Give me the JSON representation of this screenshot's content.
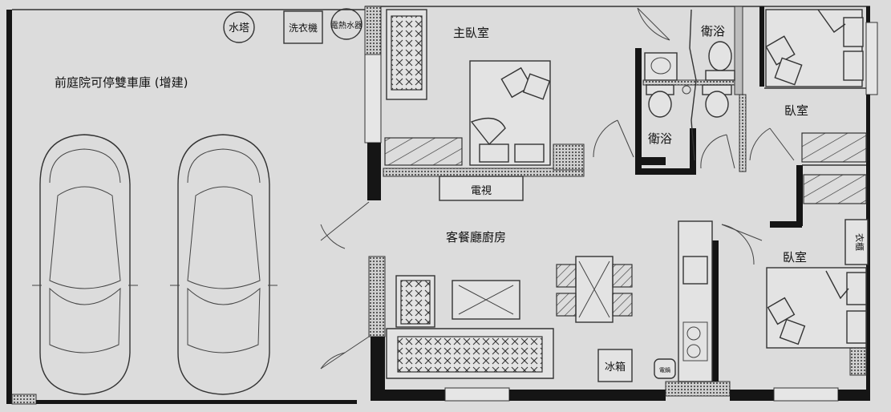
{
  "rooms": {
    "front_yard": "前庭院可停雙車庫 (增建)",
    "master_bedroom": "主臥室",
    "bathroom_top": "衛浴",
    "bathroom_middle": "衛浴",
    "bedroom_top_right": "臥室",
    "bedroom_bottom_right": "臥室",
    "living_dining_kitchen": "客餐廳廚房"
  },
  "fixtures": {
    "water_tower": "水塔",
    "washing_machine": "洗衣機",
    "water_heater": "電熱水器",
    "tv": "電視",
    "fridge": "冰箱",
    "rice_cooker": "電鍋",
    "wardrobe": "衣櫃"
  },
  "colors": {
    "paper": "#dcdcdc",
    "wall": "#151515",
    "line": "#333333"
  }
}
